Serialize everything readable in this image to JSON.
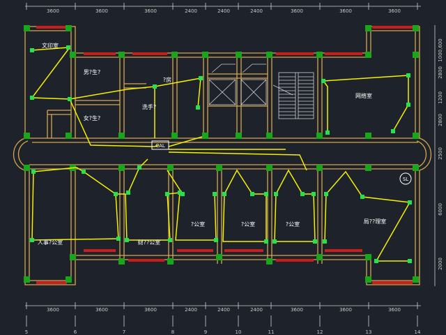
{
  "top_dimensions": [
    "3600",
    "3600",
    "3600",
    "2400",
    "2400",
    "2400",
    "3600",
    "3600",
    "3600"
  ],
  "bottom_dimensions": [
    "3600",
    "3600",
    "3600",
    "2400",
    "2400",
    "2400",
    "3600",
    "3600",
    "3600"
  ],
  "right_dimensions": [
    "1000,600",
    "2800",
    "1200",
    "2800",
    "2500",
    "6000",
    "2000"
  ],
  "axis_numbers": [
    "5",
    "6",
    "7",
    "8",
    "9",
    "10",
    "11",
    "12",
    "13",
    "14"
  ],
  "rooms": {
    "print_room": "文印室",
    "mens_wc": "男?生?",
    "womens_wc": "女?生?",
    "kitchen": "?房",
    "washroom": "洗手?",
    "network_room": "网络室",
    "hr_office": "人事?公室",
    "finance_office": "财??公室",
    "office_a": "?公室",
    "office_b": "?公室",
    "office_c": "?公室",
    "manager_office": "局??理室"
  },
  "panel_label": "CAL",
  "symbol_label": "SL",
  "colors": {
    "background": "#1e232b",
    "wall": "#d7a64d",
    "wire": "#f5f000",
    "column": "#1aa51a",
    "window": "#c81e1e",
    "dimension_text": "#c9c9c9"
  }
}
